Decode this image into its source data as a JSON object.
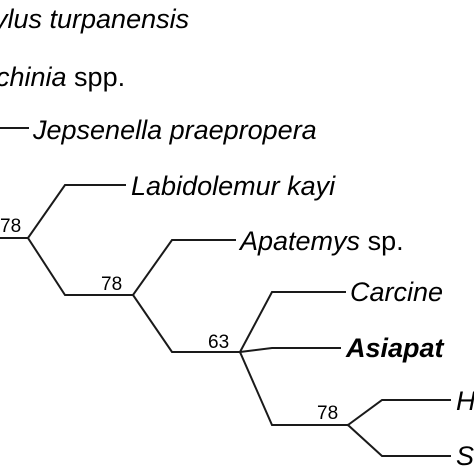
{
  "taxa": [
    {
      "id": "t1",
      "parts": [
        {
          "text": "ylus turpanensis",
          "italic": true,
          "bold": false
        }
      ]
    },
    {
      "id": "t2",
      "parts": [
        {
          "text": "chinia",
          "italic": true,
          "bold": false
        },
        {
          "text": " spp.",
          "italic": false,
          "bold": false
        }
      ]
    },
    {
      "id": "t3",
      "parts": [
        {
          "text": "Jepsenella praepropera",
          "italic": true,
          "bold": false
        }
      ]
    },
    {
      "id": "t4",
      "parts": [
        {
          "text": "Labidolemur kayi",
          "italic": true,
          "bold": false
        }
      ]
    },
    {
      "id": "t5",
      "parts": [
        {
          "text": "Apatemys",
          "italic": true,
          "bold": false
        },
        {
          "text": " sp.",
          "italic": false,
          "bold": false
        }
      ]
    },
    {
      "id": "t6",
      "parts": [
        {
          "text": "Carcine",
          "italic": true,
          "bold": false
        }
      ]
    },
    {
      "id": "t7",
      "parts": [
        {
          "text": "Asiapat",
          "italic": true,
          "bold": true
        }
      ]
    },
    {
      "id": "t8",
      "parts": [
        {
          "text": "H",
          "italic": true,
          "bold": false
        }
      ]
    },
    {
      "id": "t9",
      "parts": [
        {
          "text": "S",
          "italic": true,
          "bold": false
        }
      ]
    }
  ],
  "support_values": [
    "78",
    "78",
    "63",
    "78"
  ]
}
